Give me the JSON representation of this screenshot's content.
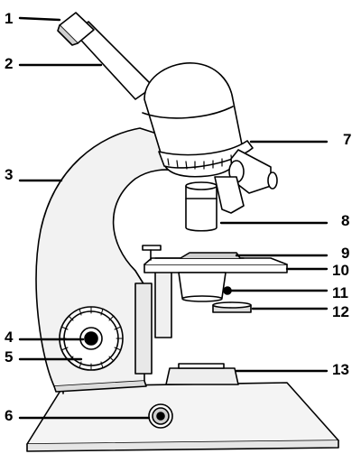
{
  "labels": {
    "l1": "1",
    "l2": "2",
    "l3": "3",
    "l4": "4",
    "l5": "5",
    "l6": "6",
    "l7": "7",
    "l8": "8",
    "l9": "9",
    "l10": "10",
    "l11": "11",
    "l12": "12",
    "l13": "13"
  },
  "colors": {
    "ink": "#000000",
    "paper": "#ffffff",
    "shade": "#d9d9d9"
  }
}
